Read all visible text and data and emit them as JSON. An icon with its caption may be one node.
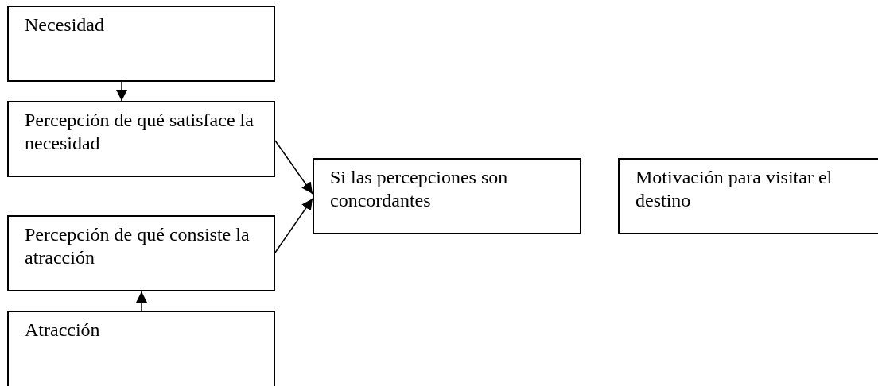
{
  "diagram": {
    "nodes": [
      {
        "text": [
          "Necesidad"
        ]
      },
      {
        "text": [
          "Percepción de qué satisface la necesidad"
        ]
      },
      {
        "text": [
          "Percepción de qué consiste la atracción"
        ]
      },
      {
        "text": [
          "Atracción"
        ]
      },
      {
        "text": [
          "Si las percepciones son concordantes"
        ]
      },
      {
        "text": [
          "Motivación para visitar el destino"
        ]
      }
    ],
    "edges": [
      {
        "from": 0,
        "to": 1,
        "arrow": "to"
      },
      {
        "from": 3,
        "to": 2,
        "arrow": "to"
      },
      {
        "from": 1,
        "to": 4,
        "arrow": "to"
      },
      {
        "from": 2,
        "to": 4,
        "arrow": "to"
      }
    ]
  }
}
